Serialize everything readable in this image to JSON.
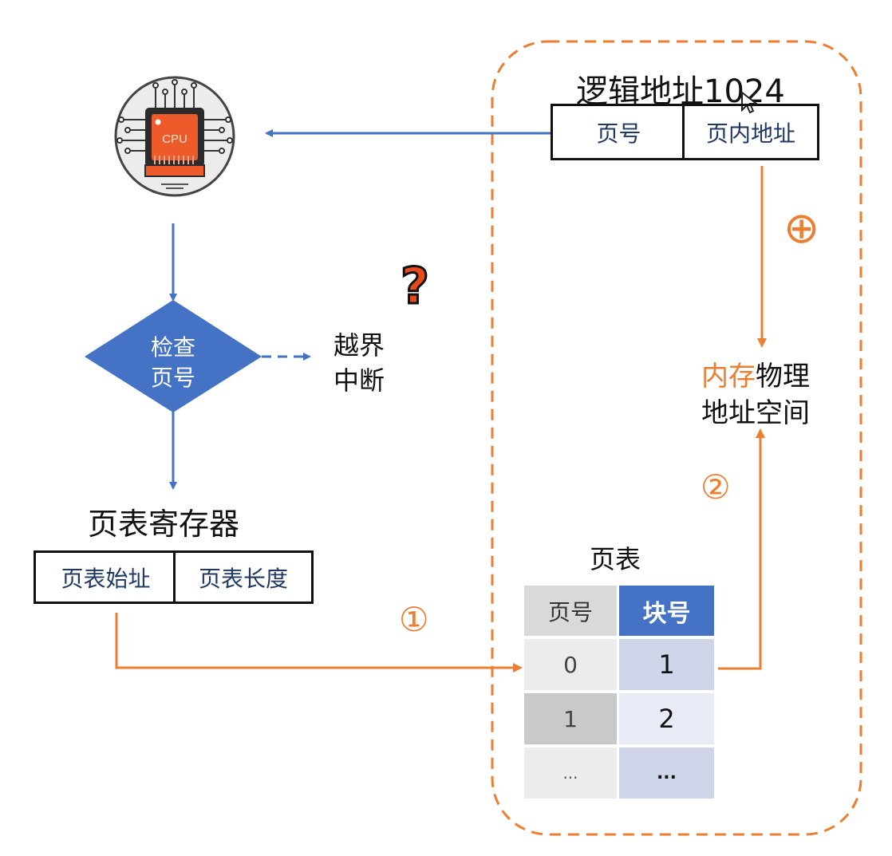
{
  "logical_address": {
    "title": "逻辑地址1024",
    "fields": [
      "页号",
      "页内地址"
    ]
  },
  "cpu": {
    "chip_label": "CPU"
  },
  "check": {
    "line1": "检查",
    "line2": "页号"
  },
  "out_of_bounds": {
    "line1": "越界",
    "line2": "中断"
  },
  "page_table_register": {
    "title": "页表寄存器",
    "fields": [
      "页表始址",
      "页表长度"
    ]
  },
  "page_table": {
    "title": "页表",
    "headers": [
      "页号",
      "块号"
    ],
    "rows": [
      {
        "page": "0",
        "block": "1"
      },
      {
        "page": "1",
        "block": "2"
      },
      {
        "page": "...",
        "block": "..."
      }
    ]
  },
  "memory": {
    "highlight": "内存",
    "rest_line1": "物理",
    "line2": "地址空间"
  },
  "steps": {
    "step1": "①",
    "step2": "②"
  },
  "plus_symbol": "⊕",
  "question_symbol": "?",
  "colors": {
    "blue": "#4472c4",
    "orange": "#ed7d31",
    "dark_navy": "#1f3864",
    "table_gray": "#d9d9d9",
    "table_blue": "#cfd6ea",
    "table_blue_light": "#e8ebf5"
  }
}
